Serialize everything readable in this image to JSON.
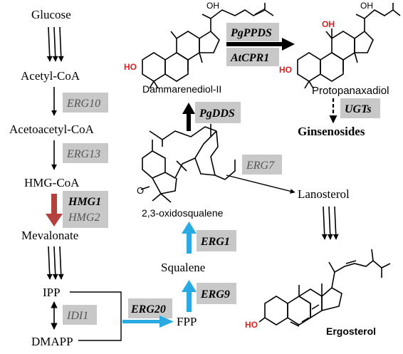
{
  "metabolites": {
    "glucose": "Glucose",
    "acetyl_coa": "Acetyl-CoA",
    "acetoacetyl_coa": "Acetoacetyl-CoA",
    "hmg_coa": "HMG-CoA",
    "mevalonate": "Mevalonate",
    "ipp": "IPP",
    "dmapp": "DMAPP",
    "fpp": "FPP",
    "squalene": "Squalene",
    "oxidosqualene": "2,3-oxidosqualene",
    "lanosterol": "Lanosterol",
    "ergosterol": "Ergosterol",
    "dammarenediol": "Dammarenediol-II",
    "protopanaxadiol": "Protopanaxadiol",
    "ginsenosides": "Ginsenosides"
  },
  "enzymes": {
    "erg10": "ERG10",
    "erg13": "ERG13",
    "hmg1": "HMG1",
    "hmg2": "HMG2",
    "idi1": "IDI1",
    "erg20": "ERG20",
    "erg9": "ERG9",
    "erg1": "ERG1",
    "erg7": "ERG7",
    "pgdds": "PgDDS",
    "pgppds": "PgPPDS",
    "atcpr1": "AtCPR1",
    "ugts": "UGTs"
  },
  "structure_atoms": {
    "oh": "OH",
    "ho": "HO"
  },
  "colors": {
    "enzyme_box": "#c8c8c8",
    "blue_arrow": "#29aae2",
    "red_arrow": "#b5413f",
    "hydroxyl": "#e02020",
    "black": "#000000"
  }
}
